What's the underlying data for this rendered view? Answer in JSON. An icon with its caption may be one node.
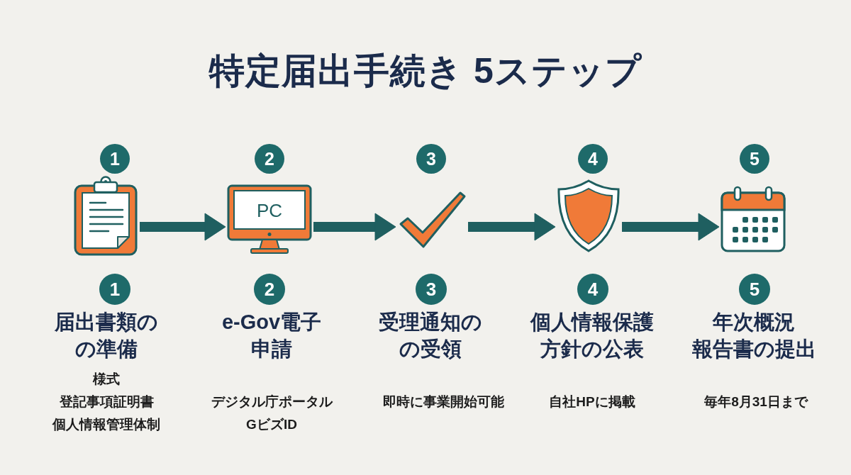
{
  "diagram": {
    "title": "特定届出手続き 5ステップ",
    "nodes": [
      {
        "text": [
          "1"
        ]
      },
      {
        "text": [],
        "shape": "picture"
      },
      {
        "text": [
          "1"
        ],
        "beside": [
          "届出書類のの準備",
          "様式",
          "登記事項証明書",
          "個人情報管理体制"
        ]
      },
      {
        "text": [
          "2"
        ]
      },
      {
        "text": [
          "PC"
        ]
      },
      {
        "text": [
          "2"
        ],
        "beside": [
          "e-Gov電子申請",
          "デジタル庁ポータル",
          "GビズID"
        ]
      },
      {
        "text": [
          "3"
        ]
      },
      {
        "text": [],
        "shape": "picture"
      },
      {
        "text": [
          "3"
        ],
        "beside": [
          "受理通知のの受領",
          "即時に事業開始可能"
        ]
      },
      {
        "text": [
          "4"
        ]
      },
      {
        "text": [],
        "shape": "picture"
      },
      {
        "text": [
          "4"
        ],
        "beside": [
          "個人情報保護方針の公表",
          "自社HPに掲載"
        ]
      },
      {
        "text": [
          "5"
        ]
      },
      {
        "text": [],
        "shape": "picture"
      },
      {
        "text": [
          "5"
        ],
        "beside": [
          "年次概況報告書の提出",
          "毎年8月31日まで"
        ]
      }
    ],
    "edges": [
      {
        "from": 1,
        "to": 4,
        "arrow": "to"
      },
      {
        "from": 4,
        "to": 7,
        "arrow": "to"
      },
      {
        "from": 7,
        "to": 10,
        "arrow": "to"
      },
      {
        "from": 10,
        "to": 13,
        "arrow": "to"
      }
    ]
  }
}
